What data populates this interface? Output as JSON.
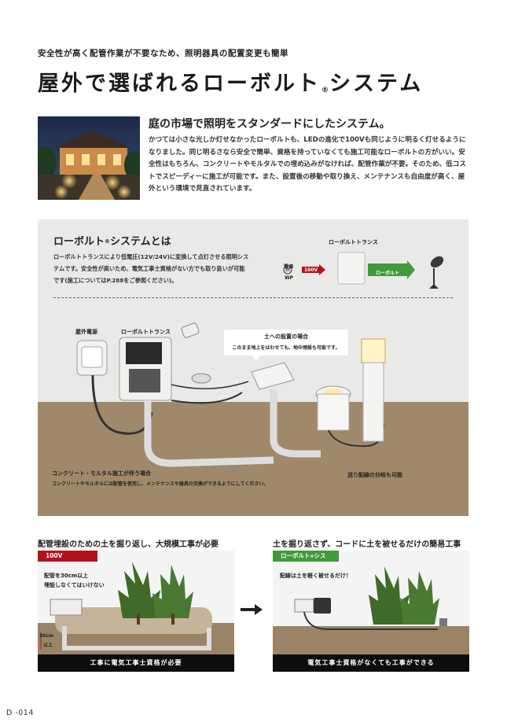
{
  "header": {
    "eyebrow": "安全性が高く配管作業が不要なため、照明器具の配置変更も簡単",
    "title_main": "屋外で選ばれるローボルト",
    "title_mark": "®",
    "title_tail": "システム"
  },
  "intro": {
    "title": "庭の市場で照明をスタンダードにしたシステム。",
    "body": "かつては小さな光しか灯せなかったローボルトも、LEDの進化で100Vも同じように明るく灯せるようになりました。同じ明るさなら安全で簡単、資格を持っていなくても施工可能なローボルトの方がいい。安全性はもちろん、コンクリートやモルタルでの埋め込みがなければ、配管作業が不要。そのため、低コストでスピーディーに施工が可能です。また、設置後の移動や取り換え、メンテナンスも自由度が高く、屋外という環境で見直されています。"
  },
  "panel": {
    "title_main": "ローボルト",
    "title_mark": "®",
    "title_tail": "システムとは",
    "body": "ローボルトトランスにより低電圧(12V/24V)に変換して点灯させる照明システムです。安全性が高いため、電気工事士資格がない方でも取り扱いが可能です(施工についてはP.288をご参照ください)。",
    "flow": {
      "trans_label": "ローボルトトランス",
      "outlet_label": "電源",
      "wp_label": "WP",
      "v100": "100V",
      "lowvolt": "ローボルト"
    },
    "labels": {
      "outdoor_power": "屋外電源",
      "lowvolt_trans": "ローボルトトランス",
      "callout_title": "土への設置の場合",
      "callout_body": "このまま地上をはわせても、地中埋設も可能です。",
      "concrete_title": "コンクリート・モルタル施工が伴う場合",
      "concrete_body": "コンクリートやモルタルには配管を使用し、メンテナンスや器具の交換ができるようにしてください。",
      "branch": "送り配線の分岐も可能"
    }
  },
  "compare": {
    "left": {
      "title": "配管埋設のための土を掘り返し、大規模工事が必要",
      "badge": "100V",
      "note_line1": "配管を30cm以上",
      "note_line2": "埋設しなくてはいけない",
      "depth_line1": "30cm",
      "depth_line2": "以上",
      "caption": "工事に電気工事士資格が必要"
    },
    "right": {
      "title": "土を掘り返さず、コードに土を被せるだけの簡易工事",
      "badge_main": "ローボルト",
      "badge_mark": "®",
      "badge_tail": "システム",
      "note": "配線は土を軽く被せるだけ！",
      "caption": "電気工事士資格がなくても工事ができる"
    }
  },
  "footer": {
    "page_number": "D -014"
  },
  "colors": {
    "red": "#b4121b",
    "green": "#3f9a3a",
    "panel": "#e9e9e8",
    "soil": "#a0896a"
  },
  "icons": [
    "outlet-icon",
    "transformer-icon",
    "spotlight-icon",
    "arrow-right-icon",
    "tree-icon",
    "bollard-light-icon"
  ]
}
